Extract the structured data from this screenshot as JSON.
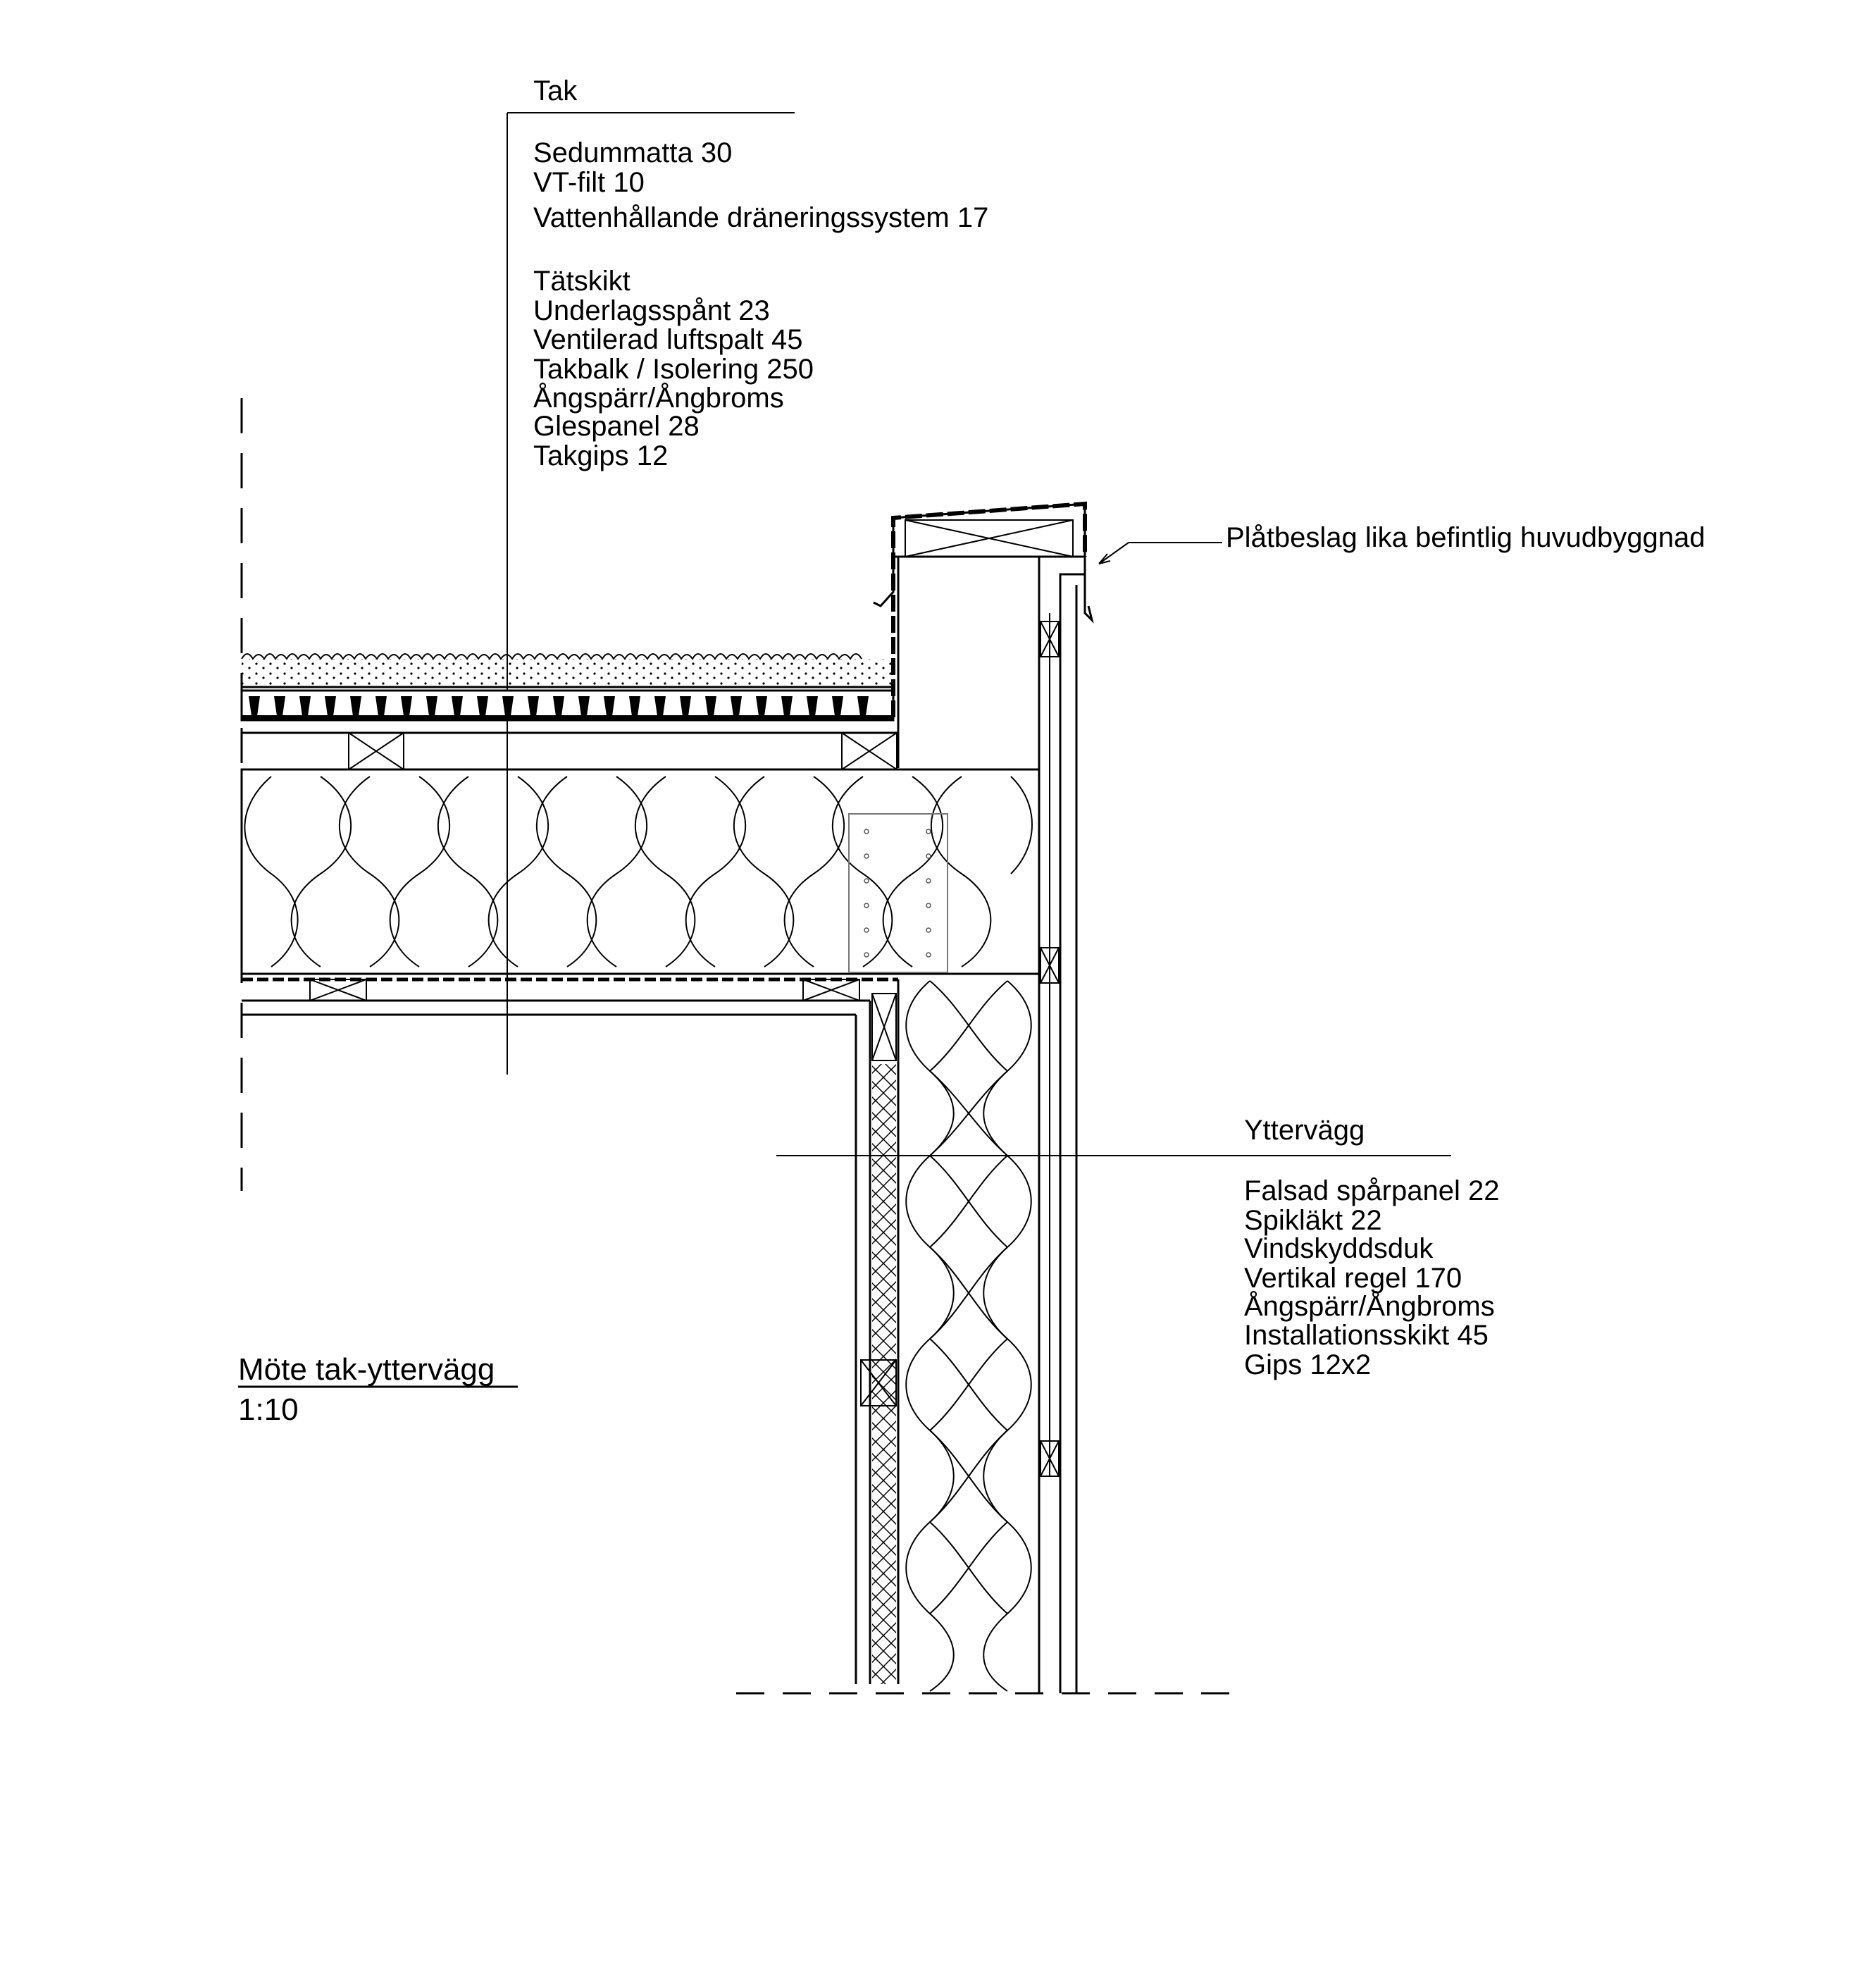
{
  "roof": {
    "heading": "Tak",
    "layers_top": [
      "Sedummatta 30",
      "VT-filt 10",
      "Vattenhållande dräneringssystem 17"
    ],
    "layers_bottom": [
      "Tätskikt",
      "Underlagsspånt 23",
      "Ventilerad luftspalt 45",
      "Takbalk / Isolering 250",
      "Ångspärr/Ångbroms",
      "Glespanel 28",
      "Takgips 12"
    ]
  },
  "flashing_note": "Plåtbeslag lika befintlig huvudbyggnad",
  "wall": {
    "heading": "Yttervägg",
    "layers": [
      "Falsad spårpanel 22",
      "Spikläkt 22",
      "Vindskyddsduk",
      "Vertikal regel 170",
      "Ångspärr/Ångbroms",
      "Installationsskikt 45",
      "Gips 12x2"
    ]
  },
  "detail": {
    "title": "Möte tak-yttervägg",
    "scale": "1:10"
  },
  "colors": {
    "line": "#000000",
    "background": "#ffffff",
    "hatch": "#777777"
  }
}
